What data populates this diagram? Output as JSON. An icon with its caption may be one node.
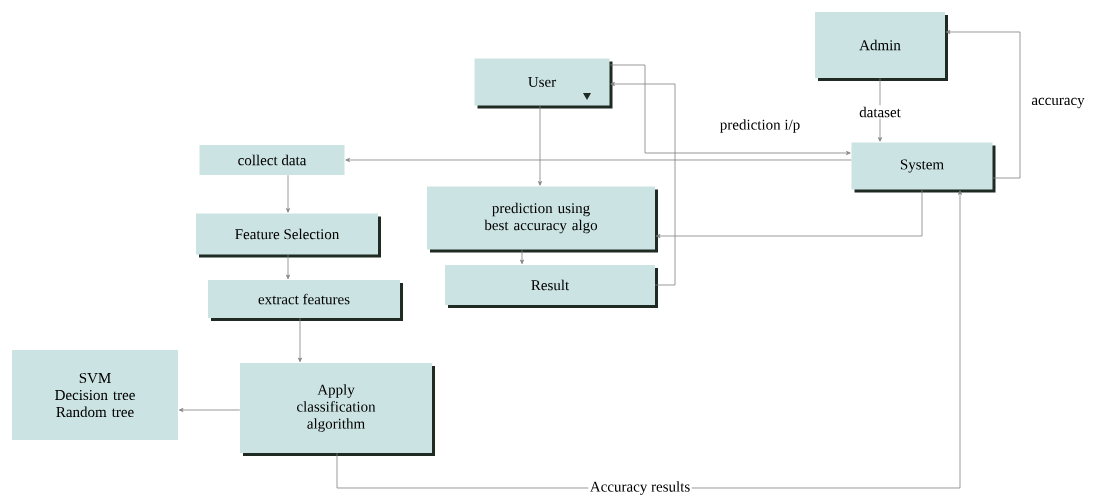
{
  "diagram": {
    "nodes": [
      {
        "text": [
          "Admin"
        ]
      },
      {
        "text": [
          "User"
        ]
      },
      {
        "text": [
          "collect data"
        ]
      },
      {
        "text": [
          "System"
        ]
      },
      {
        "text": [
          "prediction using best accuracy algo"
        ]
      },
      {
        "text": [
          "Feature Selection"
        ]
      },
      {
        "text": [
          "Result"
        ]
      },
      {
        "text": [
          "extract features"
        ]
      },
      {
        "text": [
          "SVM Decision tree Random tree"
        ]
      },
      {
        "text": [
          "Apply classification algorithm"
        ]
      }
    ],
    "edges": [
      {
        "from": 0,
        "to": 3,
        "arrow": "to",
        "label": "dataset"
      },
      {
        "from": 3,
        "to": 0,
        "arrow": "to",
        "label": "accuracy"
      },
      {
        "from": 1,
        "to": 3,
        "arrow": "to",
        "label": "prediction i/p"
      },
      {
        "from": 6,
        "to": 1,
        "arrow": "to"
      },
      {
        "from": 1,
        "to": 4,
        "arrow": "to"
      },
      {
        "from": 3,
        "to": 2,
        "arrow": "to"
      },
      {
        "from": 3,
        "to": 4,
        "arrow": "to"
      },
      {
        "from": 4,
        "to": 6,
        "arrow": "to"
      },
      {
        "from": 2,
        "to": 5,
        "arrow": "to"
      },
      {
        "from": 5,
        "to": 7,
        "arrow": "to"
      },
      {
        "from": 7,
        "to": 9,
        "arrow": "to"
      },
      {
        "from": 9,
        "to": 8,
        "arrow": "to"
      },
      {
        "from": 9,
        "to": 3,
        "arrow": "to",
        "label": "Accuracy results"
      }
    ]
  }
}
